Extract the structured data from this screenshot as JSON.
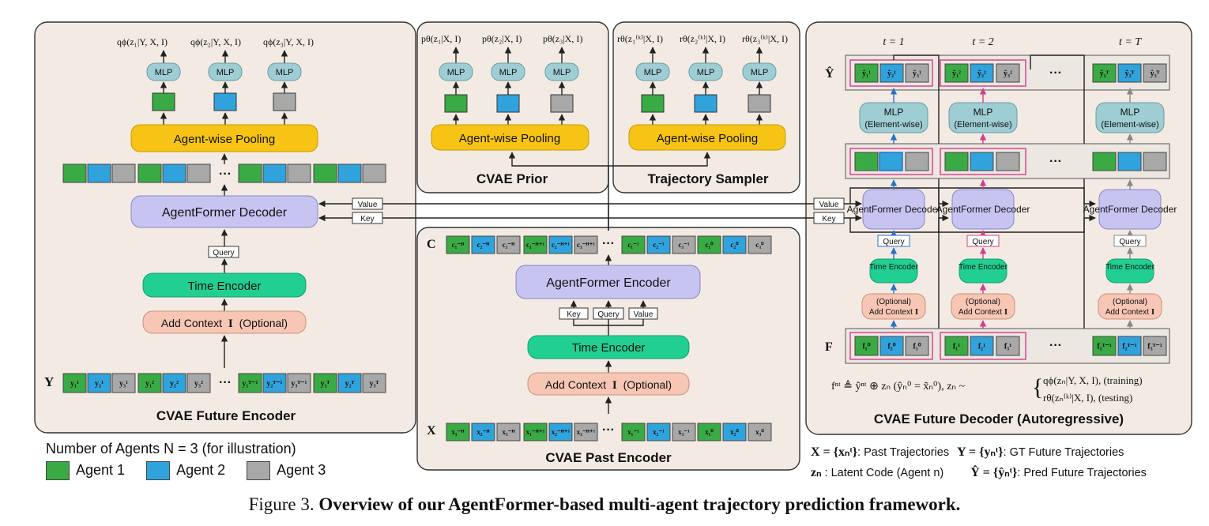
{
  "caption": {
    "prefix": "Figure 3.",
    "title": "Overview of our AgentFormer-based multi-agent trajectory prediction framework."
  },
  "colors": {
    "agent1": "#3aaa45",
    "agent2": "#31a3dc",
    "agent3": "#a8a8a8",
    "pooling": "#f7c415",
    "transformer": "#c7c4f2",
    "time_encoder": "#21cf92",
    "context": "#f7c6b4",
    "mlp": "#9ecdd3",
    "panel_bg": "#f3ebe3",
    "highlight": "#d63b8c"
  },
  "future_encoder": {
    "title": "CVAE Future Encoder",
    "pooling": "Agent-wise Pooling",
    "decoder": "AgentFormer Decoder",
    "time_encoder": "Time Encoder",
    "context": "Add Context",
    "context_sym": "I",
    "context_opt": "(Optional)",
    "query": "Query",
    "mlp": "MLP",
    "row_label": "Y",
    "ellipsis": "···",
    "outputs": [
      "qϕ(z₁|Y, X, I)",
      "qϕ(z₂|Y, X, I)",
      "qϕ(z₃|Y, X, I)"
    ],
    "tokens": [
      "y₁¹",
      "y₂¹",
      "y₃¹",
      "y₁²",
      "y₂²",
      "y₃²",
      "y₁ᵀ⁻¹",
      "y₂ᵀ⁻¹",
      "y₃ᵀ⁻¹",
      "y₁ᵀ",
      "y₂ᵀ",
      "y₃ᵀ"
    ]
  },
  "prior": {
    "title": "CVAE Prior",
    "pooling": "Agent-wise Pooling",
    "mlp": "MLP",
    "outputs": [
      "pθ(z₁|X, I)",
      "pθ(z₂|X, I)",
      "pθ(z₃|X, I)"
    ]
  },
  "sampler": {
    "title": "Trajectory Sampler",
    "pooling": "Agent-wise Pooling",
    "mlp": "MLP",
    "outputs": [
      "rθ(z₁⁽ᵏ⁾|X, I)",
      "rθ(z₂⁽ᵏ⁾|X, I)",
      "rθ(z₃⁽ᵏ⁾|X, I)"
    ]
  },
  "past_encoder": {
    "title": "CVAE Past Encoder",
    "encoder": "AgentFormer Encoder",
    "time_encoder": "Time Encoder",
    "context": "Add Context",
    "context_sym": "I",
    "context_opt": "(Optional)",
    "kqv": [
      "Key",
      "Query",
      "Value"
    ],
    "c_label": "C",
    "x_label": "X",
    "ellipsis": "···",
    "c_tokens": [
      "c₁⁻ᴴ",
      "c₂⁻ᴴ",
      "c₃⁻ᴴ",
      "c₁⁻ᴴ⁺¹",
      "c₂⁻ᴴ⁺¹",
      "c₃⁻ᴴ⁺¹",
      "c₁⁻¹",
      "c₂⁻¹",
      "c₃⁻¹",
      "c₁⁰",
      "c₂⁰",
      "c₃⁰"
    ],
    "x_tokens": [
      "x₁⁻ᴴ",
      "x₂⁻ᴴ",
      "x₃⁻ᴴ",
      "x₁⁻ᴴ⁺¹",
      "x₂⁻ᴴ⁺¹",
      "x₃⁻ᴴ⁺¹",
      "x₁⁻¹",
      "x₂⁻¹",
      "x₃⁻¹",
      "x₁⁰",
      "x₂⁰",
      "x₃⁰"
    ]
  },
  "future_decoder": {
    "title": "CVAE Future Decoder (Autoregressive)",
    "steps": [
      "t = 1",
      "t = 2",
      "t = T"
    ],
    "decoder": "AgentFormer Decoder",
    "mlp": "MLP",
    "mlp_sub": "(Element-wise)",
    "time_encoder": "Time Encoder",
    "context": "Add Context",
    "context_sym": "I",
    "context_opt": "(Optional)",
    "query": "Query",
    "yhat_label": "Ŷ",
    "f_label": "F",
    "ellipsis": "···",
    "yhat_tokens": [
      "ŷ₁¹",
      "ŷ₂¹",
      "ŷ₃¹",
      "ŷ₁²",
      "ŷ₂²",
      "ŷ₃²",
      "ŷ₁ᵀ",
      "ŷ₂ᵀ",
      "ŷ₃ᵀ"
    ],
    "f_tokens": [
      "f₁⁰",
      "f₂⁰",
      "f₃⁰",
      "f₁¹",
      "f₂¹",
      "f₃¹",
      "f₁ᵀ⁻¹",
      "f₂ᵀ⁻¹",
      "f₃ᵀ⁻¹"
    ],
    "formula_left": "fⁿᵗ ≜ ŷⁿᵗ ⊕ zₙ   (ŷₙ⁰ = x̃ₙ⁰),   zₙ ~",
    "formula_train": "qϕ(zₙ|Y, X, I),   (training)",
    "formula_test": "rθ(zₙ⁽ᵏ⁾|X, I),     (testing)"
  },
  "value_label": "Value",
  "key_label": "Key",
  "legend": {
    "title": "Number of Agents N = 3 (for illustration)",
    "agents": [
      "Agent 1",
      "Agent 2",
      "Agent 3"
    ]
  },
  "definitions": [
    {
      "sym": "X = {xₙᵗ}",
      "text": ": Past Trajectories"
    },
    {
      "sym": "Y = {yₙᵗ}",
      "text": ": GT Future Trajectories"
    },
    {
      "sym": "zₙ",
      "text": " : Latent Code (Agent n)"
    },
    {
      "sym": "Ŷ = {ŷₙᵗ}",
      "text": ": Pred Future Trajectories"
    }
  ]
}
